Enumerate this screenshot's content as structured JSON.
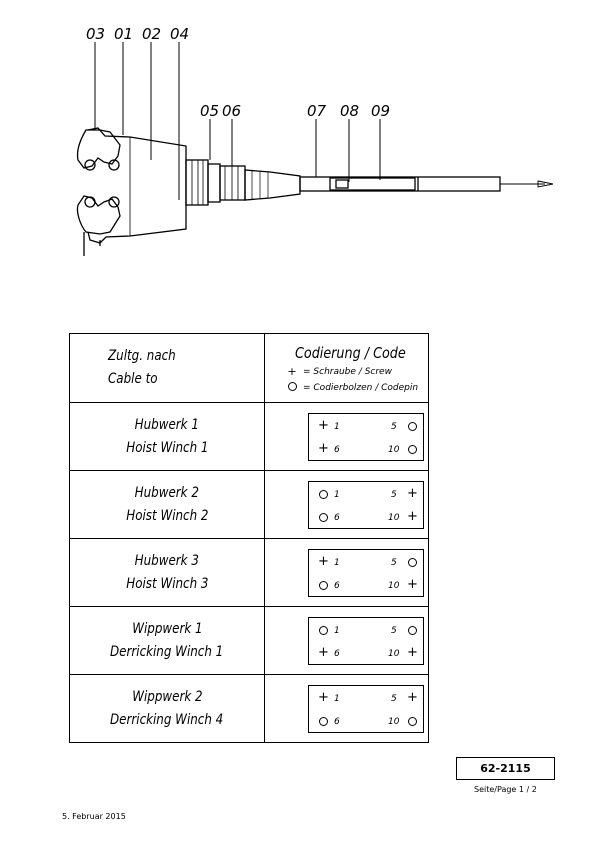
{
  "drawing": {
    "callouts": [
      "03",
      "01",
      "02",
      "04",
      "05",
      "06",
      "07",
      "08",
      "09"
    ]
  },
  "table": {
    "header": {
      "left_line1": "Zultg. nach",
      "left_line2": "Cable to",
      "right_title": "Codierung / Code",
      "legend": [
        {
          "symbol": "plus",
          "glyph": "+",
          "text": "= Schraube / Screw"
        },
        {
          "symbol": "circle",
          "glyph": "",
          "text": "= Codierbolzen / Codepin"
        }
      ]
    },
    "rows": [
      {
        "line1": "Hubwerk 1",
        "line2": "Hoist Winch 1",
        "code": {
          "p1": "plus",
          "p5": "circle",
          "p6": "plus",
          "p10": "circle"
        },
        "pins": {
          "n1": "1",
          "n5": "5",
          "n6": "6",
          "n10": "10"
        }
      },
      {
        "line1": "Hubwerk 2",
        "line2": "Hoist Winch 2",
        "code": {
          "p1": "circle",
          "p5": "plus",
          "p6": "circle",
          "p10": "plus"
        },
        "pins": {
          "n1": "1",
          "n5": "5",
          "n6": "6",
          "n10": "10"
        }
      },
      {
        "line1": "Hubwerk 3",
        "line2": "Hoist Winch 3",
        "code": {
          "p1": "plus",
          "p5": "circle",
          "p6": "circle",
          "p10": "plus"
        },
        "pins": {
          "n1": "1",
          "n5": "5",
          "n6": "6",
          "n10": "10"
        }
      },
      {
        "line1": "Wippwerk 1",
        "line2": "Derricking Winch 1",
        "code": {
          "p1": "circle",
          "p5": "circle",
          "p6": "plus",
          "p10": "plus"
        },
        "pins": {
          "n1": "1",
          "n5": "5",
          "n6": "6",
          "n10": "10"
        }
      },
      {
        "line1": "Wippwerk 2",
        "line2": "Derricking Winch 4",
        "code": {
          "p1": "plus",
          "p5": "plus",
          "p6": "circle",
          "p10": "circle"
        },
        "pins": {
          "n1": "1",
          "n5": "5",
          "n6": "6",
          "n10": "10"
        }
      }
    ]
  },
  "footer": {
    "doc_number": "62-2115",
    "page": "Seite/Page 1 / 2",
    "date": "5. Februar 2015"
  }
}
